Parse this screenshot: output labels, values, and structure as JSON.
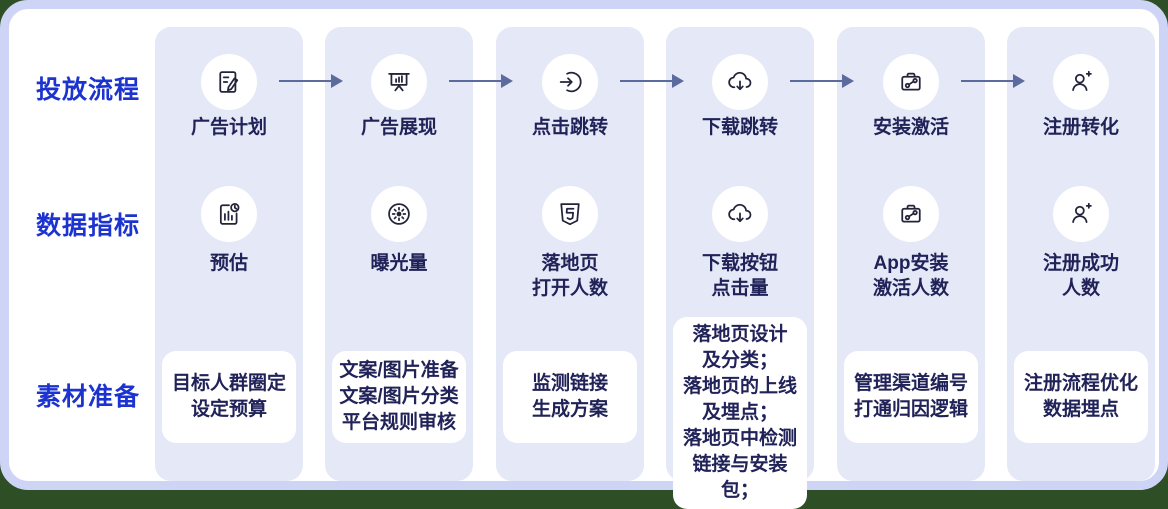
{
  "title": "广告投放转化流程图",
  "colors": {
    "page_background": "#2e4f26",
    "frame_border": "#cdd4f6",
    "card_background": "#ffffff",
    "column_background": "#e5e8f6",
    "row_label_blue": "#1d33cf",
    "label_navy": "#202258",
    "arrow": "#5b6b9d"
  },
  "row_labels": [
    {
      "label": "投放流程"
    },
    {
      "label": "数据指标"
    },
    {
      "label": "素材准备"
    }
  ],
  "columns": [
    {
      "stage": "广告计划",
      "stage_icon": "edit-note-icon",
      "metric": "预估",
      "metric_icon": "chart-clock-icon",
      "material": "目标人群圈定\n设定预算"
    },
    {
      "stage": "广告展现",
      "stage_icon": "presentation-board-icon",
      "metric": "曝光量",
      "metric_icon": "brightness-icon",
      "material": "文案/图片准备\n文案/图片分类\n平台规则审核"
    },
    {
      "stage": "点击跳转",
      "stage_icon": "enter-arrow-icon",
      "metric": "落地页\n打开人数",
      "metric_icon": "html5-shield-icon",
      "material": "监测链接\n生成方案"
    },
    {
      "stage": "下载跳转",
      "stage_icon": "cloud-download-icon",
      "metric": "下载按钮\n点击量",
      "metric_icon": "cloud-download-icon",
      "material": "落地页设计\n及分类；\n落地页的上线\n及埋点；\n落地页中检测\n链接与安装包；"
    },
    {
      "stage": "安装激活",
      "stage_icon": "toolbox-wrench-icon",
      "metric": "App安装\n激活人数",
      "metric_icon": "toolbox-wrench-icon",
      "material": "管理渠道编号\n打通归因逻辑"
    },
    {
      "stage": "注册转化",
      "stage_icon": "user-plus-icon",
      "metric": "注册成功\n人数",
      "metric_icon": "user-plus-icon",
      "material": "注册流程优化\n数据埋点"
    }
  ]
}
